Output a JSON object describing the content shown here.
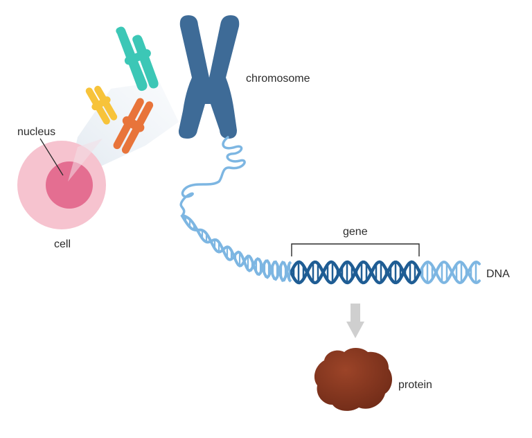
{
  "labels": {
    "nucleus": "nucleus",
    "cell": "cell",
    "chromosome": "chromosome",
    "gene": "gene",
    "dna": "DNA",
    "protein": "protein"
  },
  "colors": {
    "cell_outer": "#f6c3cf",
    "nucleus": "#e46e91",
    "chromosome_large": "#3e6b97",
    "chromosome_teal": "#3cc7b6",
    "chromosome_yellow": "#f7c33a",
    "chromosome_orange": "#e8743a",
    "dna_light": "#7db6e2",
    "dna_dark": "#1f5d94",
    "arrow": "#cfcfcf",
    "protein": "#8b3a22"
  }
}
